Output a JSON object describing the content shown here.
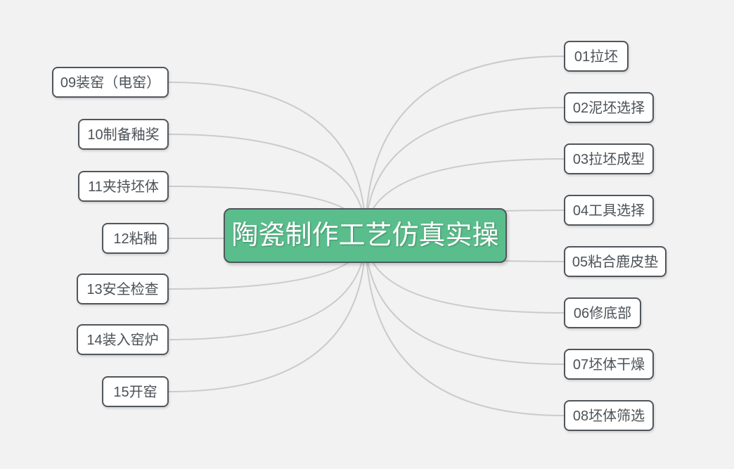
{
  "diagram": {
    "type": "mindmap",
    "background_color": "#f2f2f2",
    "connector_color": "#cbcbcb",
    "node_border_color": "#50565c",
    "node_text_color": "#4c5257",
    "center_node": {
      "label": "陶瓷制作工艺仿真实操",
      "fill_color": "#5abd8c",
      "text_color": "#ffffff"
    },
    "right_nodes": [
      {
        "label": "01拉坯"
      },
      {
        "label": "02泥坯选择"
      },
      {
        "label": "03拉坯成型"
      },
      {
        "label": "04工具选择"
      },
      {
        "label": "05粘合鹿皮垫"
      },
      {
        "label": "06修底部"
      },
      {
        "label": "07坯体干燥"
      },
      {
        "label": "08坯体筛选"
      }
    ],
    "left_nodes": [
      {
        "label": "09装窑（电窑）"
      },
      {
        "label": "10制备釉奖"
      },
      {
        "label": "11夹持坯体"
      },
      {
        "label": "12粘釉"
      },
      {
        "label": "13安全检查"
      },
      {
        "label": "14装入窑炉"
      },
      {
        "label": "15开窑"
      }
    ]
  }
}
